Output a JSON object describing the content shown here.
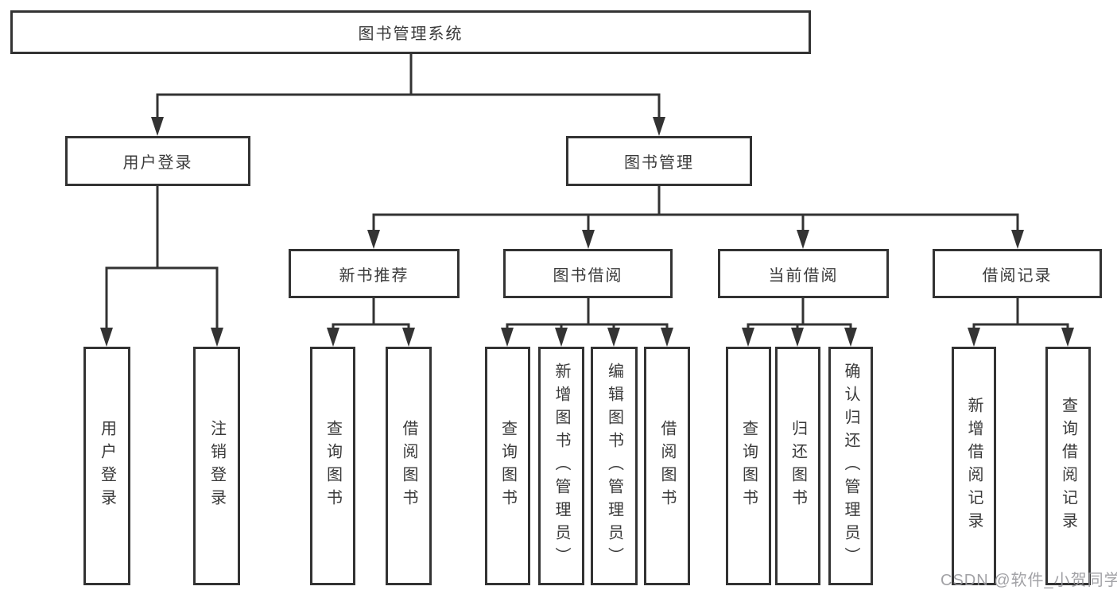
{
  "diagram": {
    "root": {
      "label": "图书管理系统"
    },
    "branches": [
      {
        "label": "用户登录",
        "leaves": [
          {
            "label": "用户登录"
          },
          {
            "label": "注销登录"
          }
        ]
      },
      {
        "label": "图书管理",
        "groups": [
          {
            "label": "新书推荐",
            "leaves": [
              {
                "label": "查询图书"
              },
              {
                "label": "借阅图书"
              }
            ]
          },
          {
            "label": "图书借阅",
            "leaves": [
              {
                "label": "查询图书"
              },
              {
                "label": "新增图书（管理员）"
              },
              {
                "label": "编辑图书（管理员）"
              },
              {
                "label": "借阅图书"
              }
            ]
          },
          {
            "label": "当前借阅",
            "leaves": [
              {
                "label": "查询图书"
              },
              {
                "label": "归还图书"
              },
              {
                "label": "确认归还（管理员）"
              }
            ]
          },
          {
            "label": "借阅记录",
            "leaves": [
              {
                "label": "新增借阅记录"
              },
              {
                "label": "查询借阅记录"
              }
            ]
          }
        ]
      }
    ]
  },
  "watermark": {
    "text": "CSDN @软件_小贺同学"
  },
  "colors": {
    "line": "#333333",
    "box_border": "#333333",
    "text": "#3a3a3a",
    "box_background": "#ffffff",
    "watermark": "#9a9a9e",
    "background": "#ffffff"
  }
}
